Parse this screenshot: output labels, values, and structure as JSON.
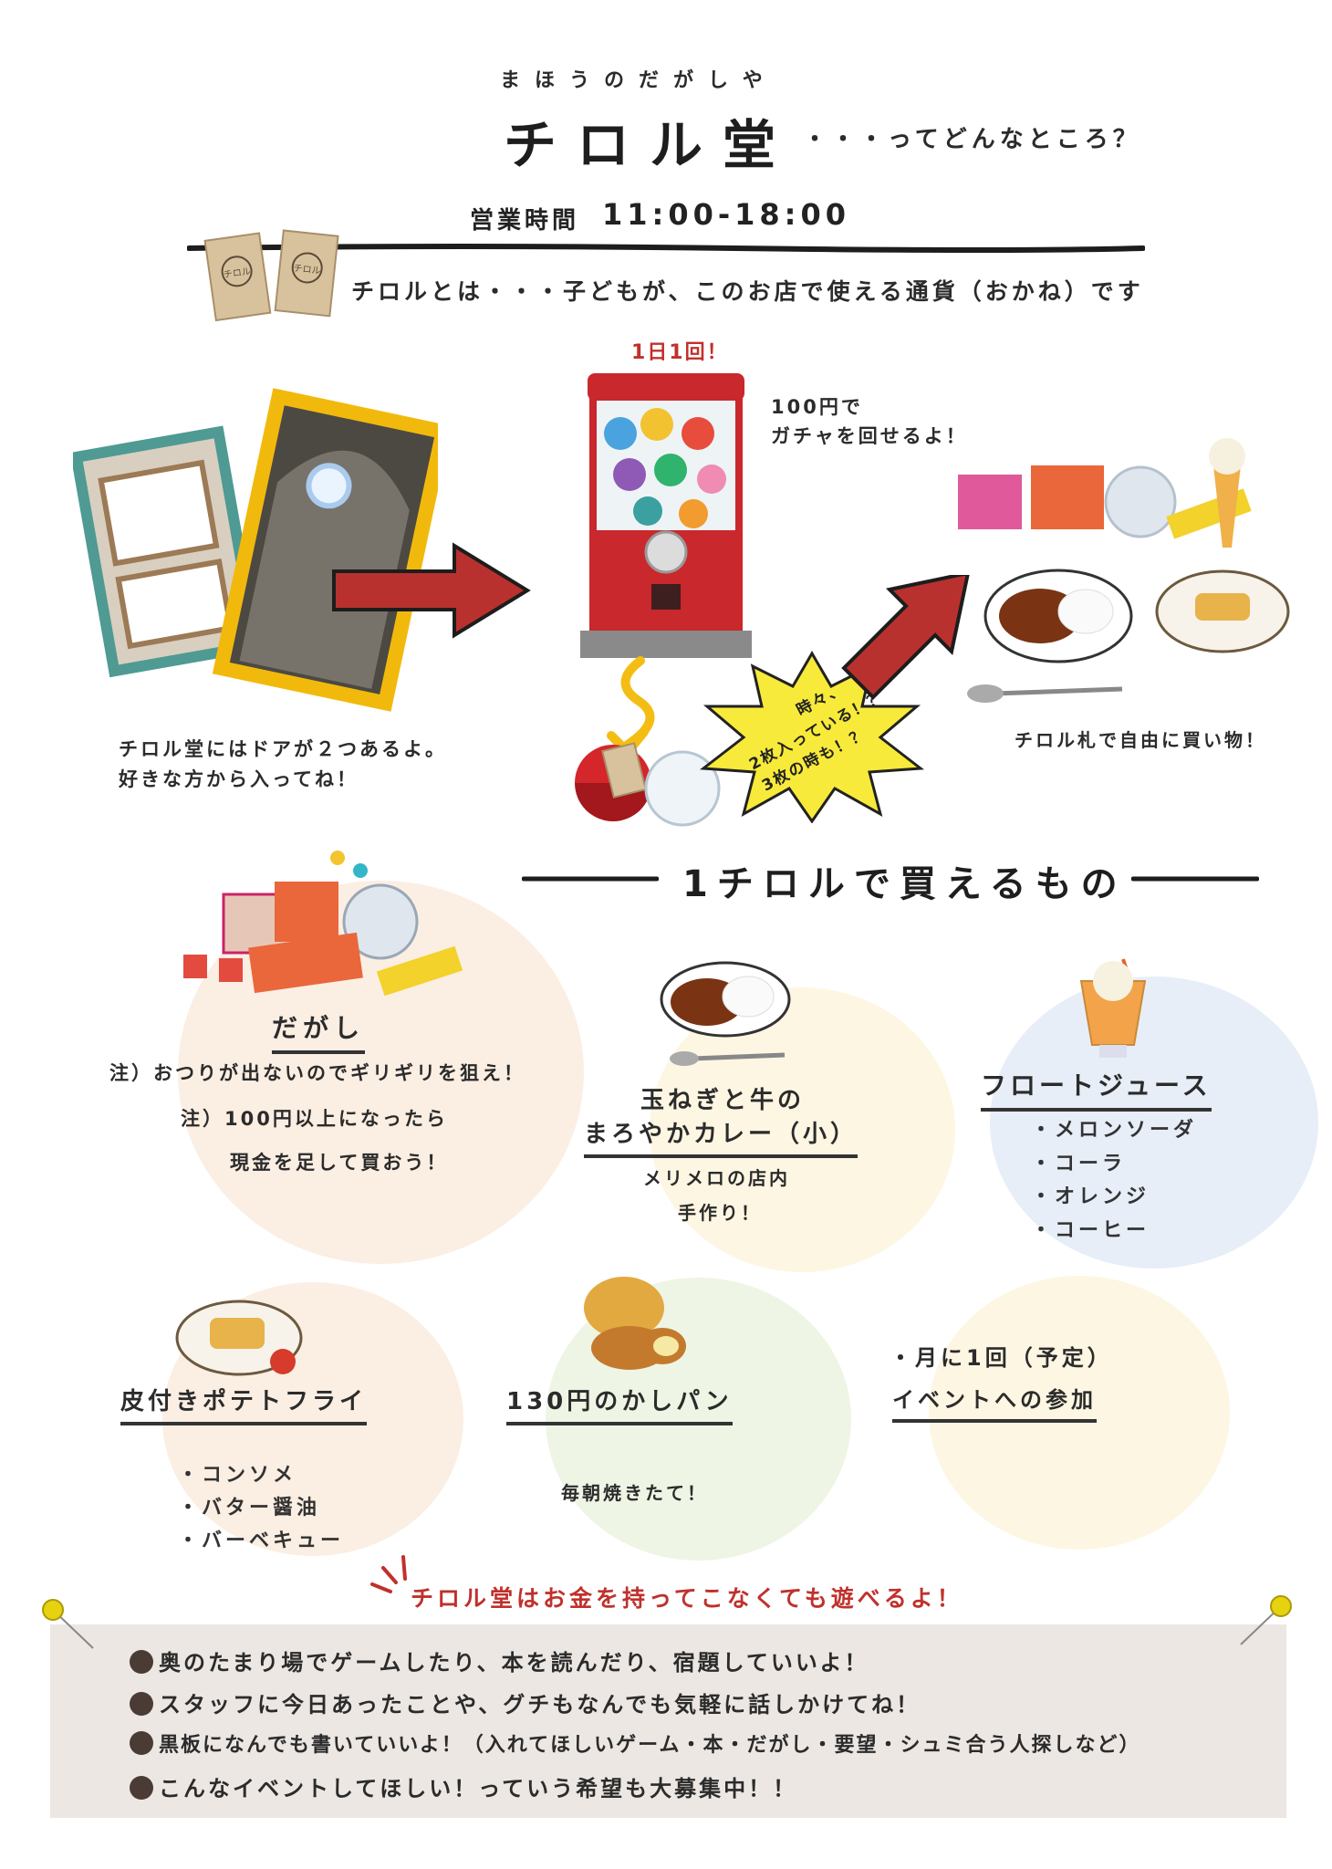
{
  "header": {
    "ruby": "まほうのだがしや",
    "title": "チロル堂",
    "title_suffix": "・・・ってどんなところ？",
    "hours_label": "営業時間",
    "hours_value": "11:00-18:00"
  },
  "intro": {
    "tirol_desc": "チロルとは・・・子どもが、このお店で使える通貨（おかね）です",
    "door_caption_1": "チロル堂にはドアが２つあるよ。",
    "door_caption_2": "好きな方から入ってね！",
    "once_a_day": "1日1回！",
    "gacha_1": "100円で",
    "gacha_2": "ガチャを回せるよ！",
    "burst_1": "時々、",
    "burst_2": "2枚入っている！？",
    "burst_3": "3枚の時も！？",
    "buy_caption": "チロル札で自由に買い物！"
  },
  "section_title": "1チロルで買えるもの",
  "items": {
    "dagashi": {
      "title": "だがし",
      "note1": "注）おつりが出ないのでギリギリを狙え！",
      "note2": "注）100円以上になったら",
      "note3": "現金を足して買おう！"
    },
    "curry": {
      "title1": "玉ねぎと牛の",
      "title2": "まろやかカレー（小）",
      "desc1": "メリメロの店内",
      "desc2": "手作り！"
    },
    "juice": {
      "title": "フロートジュース",
      "options": [
        "・メロンソーダ",
        "・コーラ",
        "・オレンジ",
        "・コーヒー"
      ]
    },
    "potato": {
      "title": "皮付きポテトフライ",
      "options": [
        "・コンソメ",
        "・バター醤油",
        "・バーベキュー"
      ]
    },
    "bread": {
      "title": "130円のかしパン",
      "desc": "毎朝焼きたて！"
    },
    "event": {
      "line1": "・月に1回（予定）",
      "line2": "イベントへの参加"
    }
  },
  "footer": {
    "headline": "チロル堂はお金を持ってこなくても遊べるよ！",
    "bullets": [
      "奥のたまり場でゲームしたり、本を読んだり、宿題していいよ！",
      "スタッフに今日あったことや、グチもなんでも気軽に話しかけてね！",
      "黒板になんでも書いていいよ！（入れてほしいゲーム・本・だがし・要望・シュミ合う人探しなど）",
      "こんなイベントしてほしい！っていう希望も大募集中！！"
    ]
  },
  "colors": {
    "accent_red": "#c0312c",
    "footer_bg": "#ece7e3",
    "circle_peach": "#fbeee3",
    "circle_yellow": "#fdf6e3",
    "circle_blue": "#e7eef8",
    "circle_green": "#eef5e4"
  }
}
